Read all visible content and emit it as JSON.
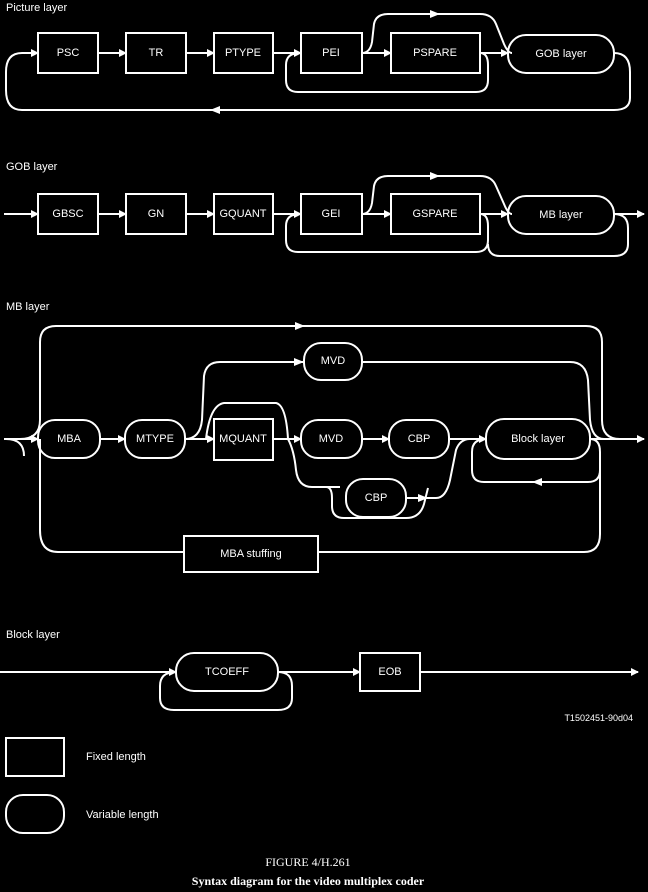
{
  "picture_layer": {
    "title": "Picture layer",
    "psc": "PSC",
    "tr": "TR",
    "ptype": "PTYPE",
    "pei": "PEI",
    "pspare": "PSPARE",
    "gob": "GOB layer"
  },
  "gob_layer": {
    "title": "GOB layer",
    "gbsc": "GBSC",
    "gn": "GN",
    "gquant": "GQUANT",
    "gei": "GEI",
    "gspare": "GSPARE",
    "mb": "MB layer"
  },
  "mb_layer": {
    "title": "MB layer",
    "mba": "MBA",
    "mtype": "MTYPE",
    "mquant": "MQUANT",
    "mvd_top": "MVD",
    "mvd": "MVD",
    "cbp": "CBP",
    "cbp_low": "CBP",
    "block": "Block layer",
    "stuffing": "MBA stuffing"
  },
  "block_layer": {
    "title": "Block layer",
    "tcoeff": "TCOEFF",
    "eob": "EOB"
  },
  "ref_code": "T1502451-90d04",
  "legend": {
    "fixed": "Fixed length",
    "variable": "Variable length"
  },
  "caption": {
    "figure": "FIGURE 4/H.261",
    "subtitle": "Syntax diagram for the video multiplex coder"
  }
}
